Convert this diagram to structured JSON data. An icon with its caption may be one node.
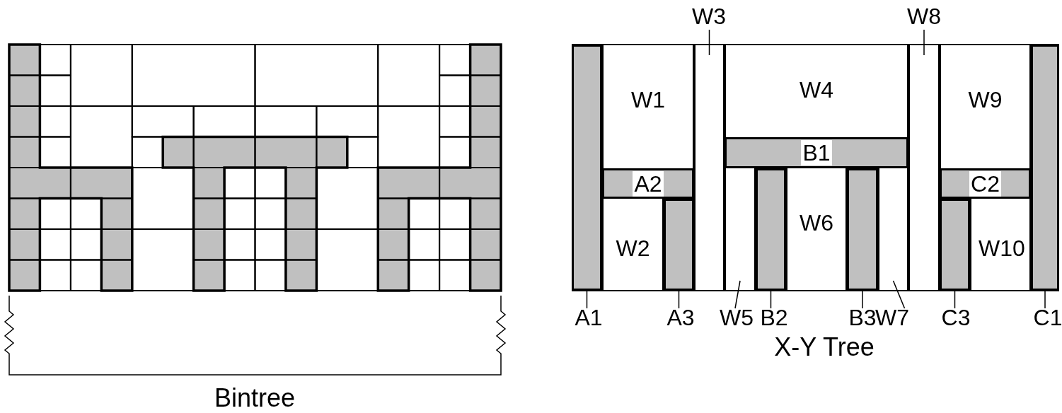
{
  "diagram": {
    "nodes": [
      {
        "text": [
          "W3"
        ]
      },
      {
        "text": [
          "W8"
        ]
      },
      {
        "text": [],
        "shape": "box"
      },
      {
        "text": [
          "W1"
        ]
      },
      {
        "text": [],
        "shape": "box"
      },
      {
        "text": [
          "W4"
        ]
      },
      {
        "text": [],
        "shape": "box"
      },
      {
        "text": [
          "W9"
        ]
      },
      {
        "text": [],
        "shape": "box"
      },
      {
        "text": [
          "B1"
        ]
      },
      {
        "text": [
          "A2"
        ]
      },
      {
        "text": [
          "C2"
        ]
      },
      {
        "text": [
          "W2"
        ]
      },
      {
        "text": [],
        "shape": "box"
      },
      {
        "text": [],
        "shape": "box"
      },
      {
        "text": [],
        "shape": "box"
      },
      {
        "text": [
          "W6"
        ]
      },
      {
        "text": [],
        "shape": "box"
      },
      {
        "text": [],
        "shape": "box"
      },
      {
        "text": [],
        "shape": "box"
      },
      {
        "text": [
          "W10"
        ]
      },
      {
        "text": [
          "A1"
        ]
      },
      {
        "text": [
          "A3"
        ]
      },
      {
        "text": [
          "W5"
        ]
      },
      {
        "text": [
          "B2"
        ]
      },
      {
        "text": [
          "B3"
        ]
      },
      {
        "text": [
          "W7"
        ]
      },
      {
        "text": [
          "C3"
        ]
      },
      {
        "text": [
          "C1"
        ]
      }
    ],
    "edges": [
      {
        "from": 0,
        "to": 4,
        "arrow": "none"
      },
      {
        "from": 1,
        "to": 6,
        "arrow": "none"
      },
      {
        "from": 21,
        "to": 2,
        "arrow": "none"
      },
      {
        "from": 22,
        "to": 13,
        "arrow": "none"
      },
      {
        "from": 23,
        "to": 14,
        "arrow": "none"
      },
      {
        "from": 24,
        "to": 15,
        "arrow": "none"
      },
      {
        "from": 25,
        "to": 17,
        "arrow": "none"
      },
      {
        "from": 26,
        "to": 18,
        "arrow": "none"
      },
      {
        "from": 27,
        "to": 19,
        "arrow": "none"
      },
      {
        "from": 28,
        "to": 8,
        "arrow": "none"
      }
    ],
    "labels": [
      "Bintree",
      "X-Y Tree"
    ]
  }
}
